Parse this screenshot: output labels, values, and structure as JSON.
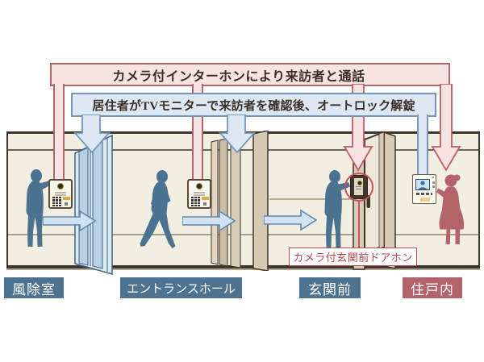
{
  "diagram": {
    "banner_call": "カメラ付インターホンにより来訪者と通話",
    "banner_unlock": "居住者がTVモニターで来訪者を確認後、オートロック解錠",
    "doorphone_note": "カメラ付玄関前ドアホン",
    "zones": [
      {
        "label": "風除室"
      },
      {
        "label": "エントランスホール"
      },
      {
        "label": "玄関前"
      },
      {
        "label": "住戸内"
      }
    ],
    "colors": {
      "call_banner_border": "#b4646c",
      "call_banner_fill": "#f6e4e3",
      "unlock_banner_border": "#7396bb",
      "unlock_banner_fill": "#dde8f4",
      "zone_label_bg": "#4e7391",
      "unit_zone_label_bg": "#b2636b",
      "visitor_silhouette": "#4b7291",
      "resident_silhouette": "#b2636b",
      "wall": "#f2eee1",
      "note_red": "#b8434e"
    }
  }
}
